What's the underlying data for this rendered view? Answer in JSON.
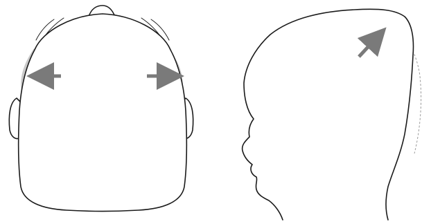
{
  "diagram": {
    "panels": [
      {
        "view": "top",
        "arrows": [
          "left-outward-arrow",
          "right-outward-arrow"
        ],
        "shaded_regions": 2
      },
      {
        "view": "side-profile",
        "arrows": [
          "up-right-arrow"
        ]
      }
    ],
    "colors": {
      "outline": "#1a1a1a",
      "arrow": "#7a7a7a",
      "shade": "#c9c9c9",
      "dashed": "#9a9a9a",
      "background": "#ffffff"
    }
  }
}
